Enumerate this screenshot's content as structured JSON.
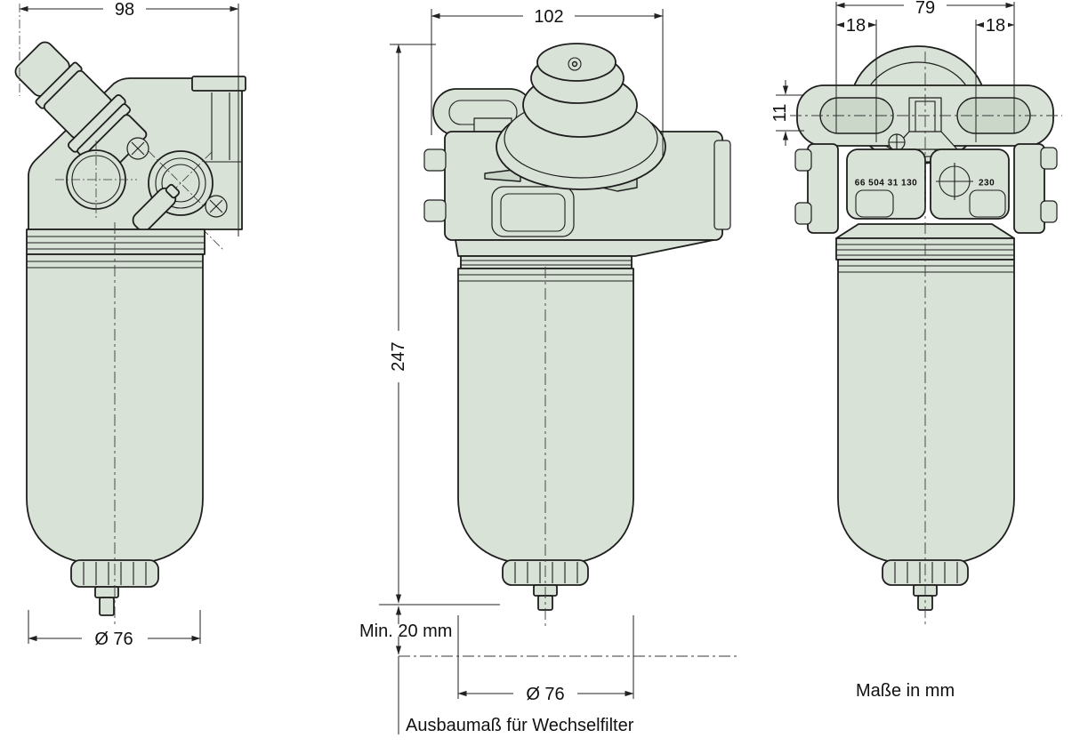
{
  "drawing": {
    "units_note": "Maße in mm",
    "side_view": {
      "width_dim": "98",
      "diameter_dim": "Ø 76"
    },
    "front_view": {
      "width_dim": "102",
      "height_dim": "247",
      "min_clearance": "Min. 20 mm",
      "diameter_dim": "Ø 76",
      "removal_note": "Ausbaumaß für Wechselfilter"
    },
    "rear_view": {
      "width_dim": "79",
      "slot_left_dim": "18",
      "slot_right_dim": "18",
      "slot_height_dim": "11",
      "cast_number": "66 504 31 130",
      "cast_code": "230"
    },
    "colors": {
      "body_fill": "#d8e2d6",
      "outline": "#1e1e1e",
      "background": "#ffffff"
    }
  }
}
